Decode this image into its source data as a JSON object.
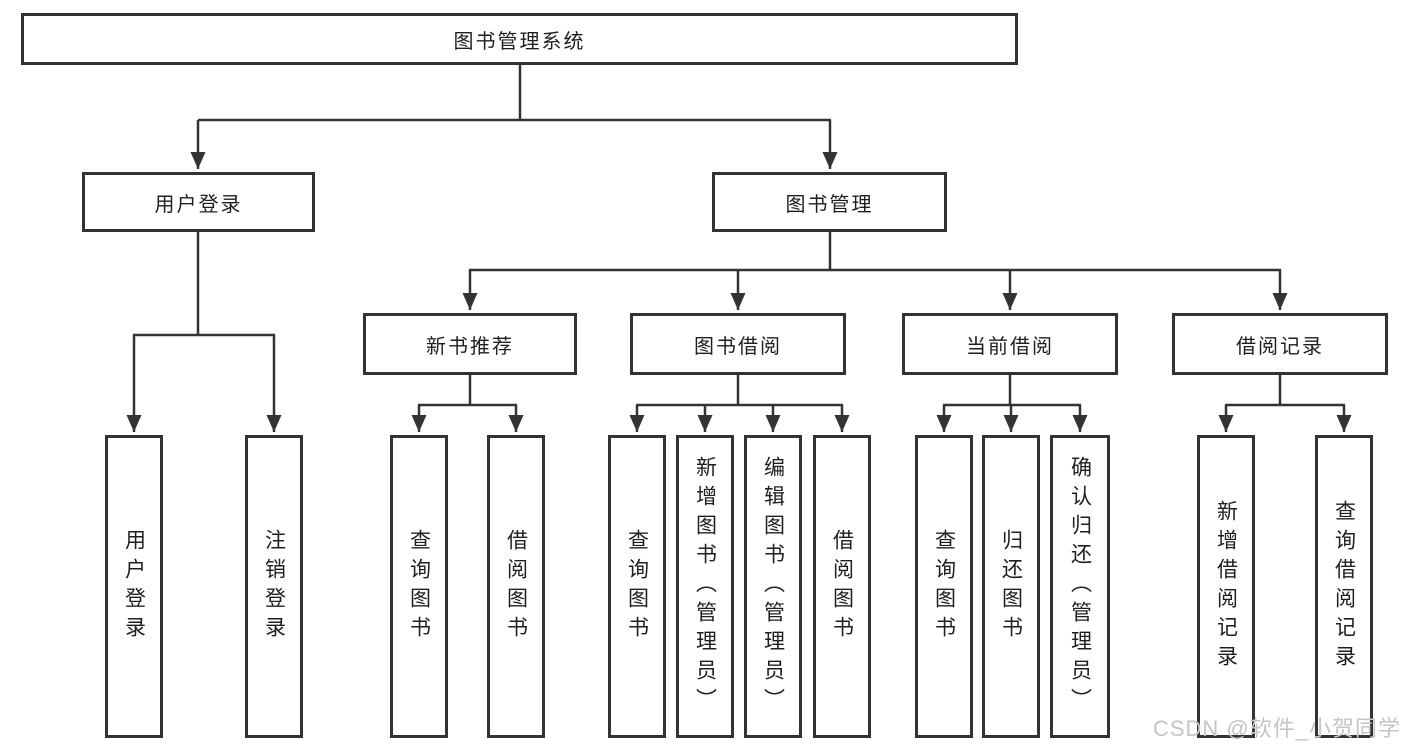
{
  "diagram": {
    "root": {
      "label": "图书管理系统"
    },
    "user_login": {
      "label": "用户登录",
      "children": [
        "用户登录",
        "注销登录"
      ]
    },
    "book_mgmt": {
      "label": "图书管理"
    },
    "new_book_rec": {
      "label": "新书推荐",
      "children": [
        "查询图书",
        "借阅图书"
      ]
    },
    "book_borrow": {
      "label": "图书借阅",
      "children": [
        "查询图书",
        "新增图书（管理员）",
        "编辑图书（管理员）",
        "借阅图书"
      ]
    },
    "current_borrow": {
      "label": "当前借阅",
      "children": [
        "查询图书",
        "归还图书",
        "确认归还（管理员）"
      ]
    },
    "borrow_records": {
      "label": "借阅记录",
      "children": [
        "新增借阅记录",
        "查询借阅记录"
      ]
    }
  },
  "watermark": {
    "text": "CSDN @软件_小贺同学"
  },
  "colors": {
    "line": "#333333",
    "text": "#1f1f1f",
    "watermark": "#c5c5c5",
    "background": "#ffffff"
  }
}
